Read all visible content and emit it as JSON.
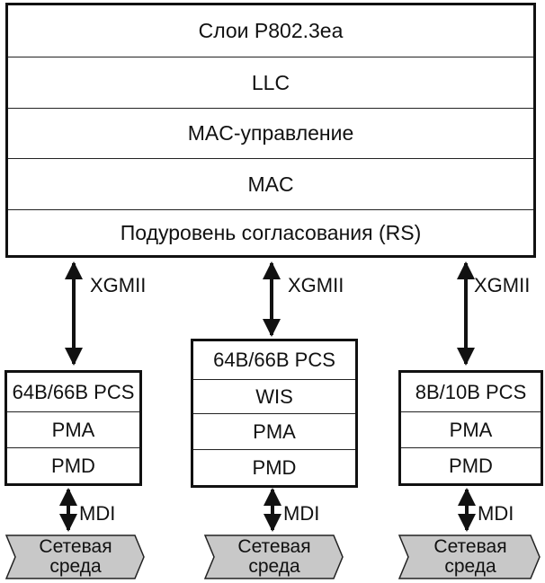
{
  "layers": {
    "title": "Слои P802.3ea",
    "llc": "LLC",
    "mac_control": "MAC-управление",
    "mac": "MAC",
    "rs": "Подуровень согласования (RS)"
  },
  "interfaces": {
    "xgmii": "XGMII",
    "mdi": "MDI"
  },
  "phys": [
    {
      "pcs": "64B/66B PCS",
      "pma": "PMA",
      "pmd": "PMD"
    },
    {
      "pcs": "64B/66B PCS",
      "wis": "WIS",
      "pma": "PMA",
      "pmd": "PMD"
    },
    {
      "pcs": "8B/10B PCS",
      "pma": "PMA",
      "pmd": "PMD"
    }
  ],
  "medium": {
    "line1": "Сетевая",
    "line2": "среда"
  },
  "colors": {
    "line": "#111111",
    "medium_fill": "#c8c8c8"
  }
}
